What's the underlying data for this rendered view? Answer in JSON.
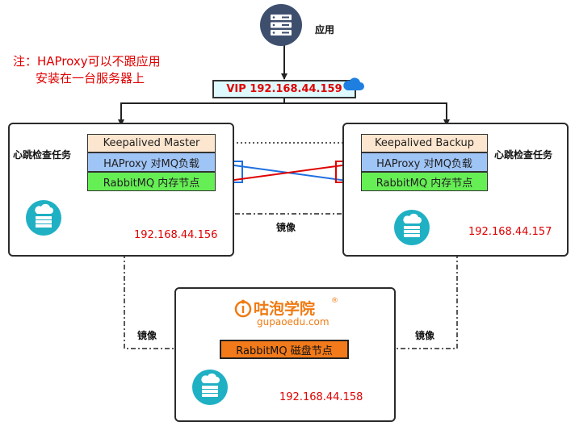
{
  "app": {
    "label": "应用",
    "icon": "server-rack-icon"
  },
  "note": {
    "line1": "注：HAProxy可以不跟应用",
    "line2": "安装在一台服务器上"
  },
  "vip": {
    "label": "VIP 192.168.44.159",
    "icon": "cloud-icon"
  },
  "master": {
    "keepalived": "Keepalived Master",
    "haproxy": "HAProxy 对MQ负载",
    "rabbitmq": "RabbitMQ 内存节点",
    "heartbeat": "心跳检查任务",
    "ip": "192.168.44.156",
    "icon": "cloud-server-icon"
  },
  "backup": {
    "keepalived": "Keepalived Backup",
    "haproxy": "HAProxy 对MQ负载",
    "rabbitmq": "RabbitMQ 内存节点",
    "heartbeat": "心跳检查任务",
    "ip": "192.168.44.157",
    "icon": "cloud-server-icon"
  },
  "disk_node": {
    "label": "RabbitMQ 磁盘节点",
    "ip": "192.168.44.158",
    "icon": "cloud-server-icon"
  },
  "brand": {
    "name": "咕泡学院",
    "mark": "®",
    "domain": "gupaoedu.com",
    "icon": "gupao-logo-icon"
  },
  "mirror_labels": {
    "top": "镜像",
    "left": "镜像",
    "right": "镜像"
  },
  "colors": {
    "red": "#e00000",
    "blue": "#1e6fe0",
    "orange": "#f27a1a",
    "teal": "#1fb0c4",
    "navy": "#3e4f6e"
  }
}
